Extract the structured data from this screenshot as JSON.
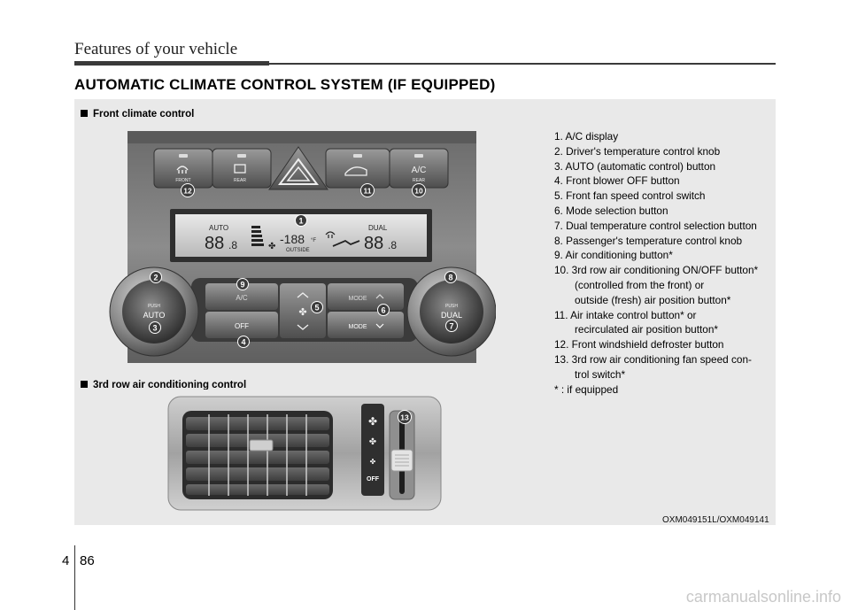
{
  "header": {
    "title": "Features of your vehicle"
  },
  "section_title": "AUTOMATIC CLIMATE CONTROL SYSTEM (IF EQUIPPED)",
  "subsections": {
    "front": "Front climate control",
    "rear": "3rd row air conditioning control"
  },
  "front_panel": {
    "buttons": {
      "front_defrost": "FRONT",
      "rear_defrost": "REAR",
      "ac_top": "A/C",
      "rear_ac": "REAR",
      "ac": "A/C",
      "off": "OFF",
      "mode_up": "MODE",
      "mode_down": "MODE"
    },
    "display": {
      "auto": "AUTO",
      "dual": "DUAL",
      "left_temp": "88",
      "left_dec": ".8",
      "outside_temp": "-188",
      "outside_unit": "°F",
      "outside_label": "OUTSIDE",
      "right_temp": "88",
      "right_dec": ".8"
    },
    "knobs": {
      "left_push": "PUSH",
      "left_label": "AUTO",
      "right_push": "PUSH",
      "right_label": "DUAL"
    },
    "callouts": [
      "1",
      "2",
      "3",
      "4",
      "5",
      "6",
      "7",
      "8",
      "9",
      "10",
      "11",
      "12"
    ]
  },
  "rear_panel": {
    "off_label": "OFF",
    "callout": "13"
  },
  "legend": [
    {
      "text": "1. A/C display"
    },
    {
      "text": "2. Driver's temperature control knob"
    },
    {
      "text": "3. AUTO (automatic control) button"
    },
    {
      "text": "4. Front blower OFF button"
    },
    {
      "text": "5. Front fan speed control switch"
    },
    {
      "text": "6. Mode selection button"
    },
    {
      "text": "7. Dual temperature control selection button"
    },
    {
      "text": "8. Passenger's temperature control knob"
    },
    {
      "text": "9. Air conditioning button*"
    },
    {
      "text": "10. 3rd row air conditioning ON/OFF button*",
      "cont": [
        "(controlled from the front) or",
        "outside (fresh) air position button*"
      ]
    },
    {
      "text": "11. Air intake control button* or",
      "cont": [
        "recirculated air position button*"
      ]
    },
    {
      "text": "12. Front windshield defroster button"
    },
    {
      "text": "13. 3rd row air conditioning fan speed con-",
      "cont": [
        "trol switch*"
      ]
    },
    {
      "text": "* : if equipped"
    }
  ],
  "caption": "OXM049151L/OXM049141",
  "footer": {
    "section": "4",
    "page": "86"
  },
  "watermark": "carmanualsonline.info"
}
